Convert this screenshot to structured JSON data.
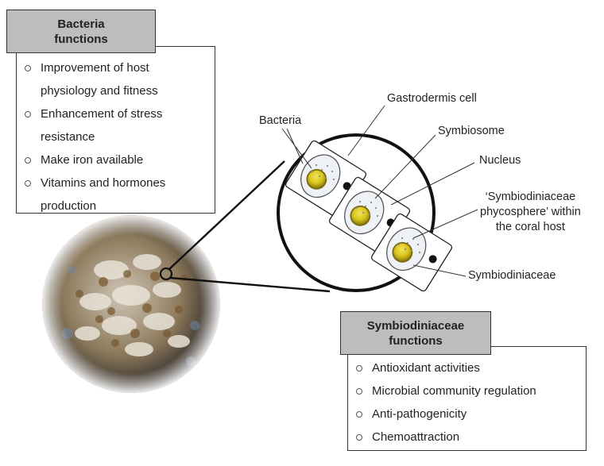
{
  "bacteria_panel": {
    "title_line1": "Bacteria",
    "title_line2": "functions",
    "items": [
      {
        "line1": "Improvement of host",
        "line2": "physiology and fitness"
      },
      {
        "line1": "Enhancement of stress",
        "line2": "resistance"
      },
      {
        "line1": "Make iron available",
        "line2": ""
      },
      {
        "line1": "Vitamins and hormones",
        "line2": "production"
      }
    ]
  },
  "symbiodiniaceae_panel": {
    "title_line1": "Symbiodiniaceae",
    "title_line2": "functions",
    "items": [
      "Antioxidant activities",
      "Microbial community regulation",
      "Anti-pathogenicity",
      "Chemoattraction"
    ]
  },
  "diagram_labels": {
    "bacteria": "Bacteria",
    "gastrodermis_cell": "Gastrodermis cell",
    "symbiosome": "Symbiosome",
    "nucleus": "Nucleus",
    "phycosphere_line1": "‘Symbiodiniaceae",
    "phycosphere_line2": "phycosphere’ within",
    "phycosphere_line3": "the coral host",
    "symbiodiniaceae": "Symbiodiniaceae"
  },
  "colors": {
    "title_fill": "#bdbdbd",
    "symbiont_yellow": "#d8c21c",
    "vacuole_fill": "#eef1f6"
  }
}
